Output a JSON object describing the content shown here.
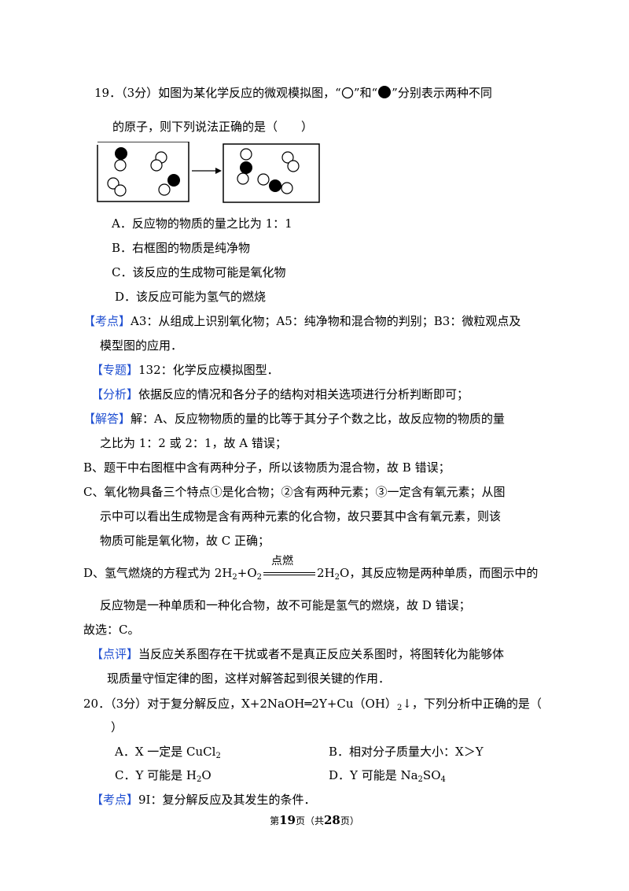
{
  "q19": {
    "stem_1": "19．（3分）如图为某化学反应的微观模拟图，“",
    "stem_2": "”和“",
    "stem_3": "”分别表示两种不同",
    "stem_4": "的原子，则下列说法正确的是（　　）",
    "options": {
      "A": "A．反应物的物质的量之比为 1：1",
      "B": "B．右框图的物质是纯净物",
      "C": "C．该反应的生成物可能是氧化物",
      "D": "D．该反应可能为氢气的燃烧"
    },
    "kaodian_tag": "【考点】",
    "kaodian_1": "A3：从组成上识别氧化物；A5：纯净物和混合物的判别；B3：微粒观点及",
    "kaodian_2": "模型图的应用．",
    "zhuanti_tag": "【专题】",
    "zhuanti": "132：化学反应模拟图型．",
    "fenxi_tag": "【分析】",
    "fenxi": "依据反应的情况和各分子的结构对相关选项进行分析判断即可；",
    "jieda_tag": "【解答】",
    "jieda_1": "解：A、反应物物质的量的比等于其分子个数之比，故反应物的物质的量",
    "jieda_2": "之比为 1：2 或 2：1，故 A 错误；",
    "jieda_3": "B、题干中右图框中含有两种分子，所以该物质为混合物，故 B 错误；",
    "jieda_4": "C、氧化物具备三个特点①是化合物；②含有两种元素；③一定含有氧元素；从图",
    "jieda_5": "示中可以看出生成物是含有两种元素的化合物，故只要其中含有氧元素，则该",
    "jieda_6": "物质可能是氧化物，故 C 正确；",
    "jieda_7a": "D、氢气燃烧的方程式为 2H",
    "jieda_7b": "2",
    "jieda_7c": "+O",
    "jieda_7d": "2",
    "jieda_7cond": "点燃",
    "jieda_7e": "2H",
    "jieda_7f": "2",
    "jieda_7g": "O，其反应物是两种单质，而图示中的",
    "jieda_8": "反应物是一种单质和一种化合物，故不可能是氢气的燃烧，故 D 错误；",
    "jieda_9": "故选：C。",
    "dianping_tag": "【点评】",
    "dianping_1": "当反应关系图存在干扰或者不是真正反应关系图时，将图转化为能够体",
    "dianping_2": "现质量守恒定律的图，这样对解答起到很关键的作用．"
  },
  "q20": {
    "stem_a": "20．（3分）对于复分解反应，X+2NaOH═2Y+Cu（OH）",
    "stem_sub": "2",
    "stem_b": "↓，下列分析中正确的是（",
    "stem_2": "）",
    "optA_a": "A．X 一定是 CuCl",
    "optA_sub": "2",
    "optB": "B．相对分子质量大小：X＞Y",
    "optC_a": "C．Y 可能是 H",
    "optC_sub": "2",
    "optC_b": "O",
    "optD_a": "D．Y 可能是 Na",
    "optD_sub1": "2",
    "optD_b": "SO",
    "optD_sub2": "4",
    "kaodian_tag": "【考点】",
    "kaodian": "9I：复分解反应及其发生的条件．"
  },
  "footer": {
    "pre": "第",
    "page": "19",
    "mid": "页（共",
    "total": "28",
    "post": "页）"
  },
  "icons": {
    "white_atom": "hollow-circle-icon",
    "black_atom": "filled-circle-icon",
    "arrow": "right-arrow-icon"
  }
}
